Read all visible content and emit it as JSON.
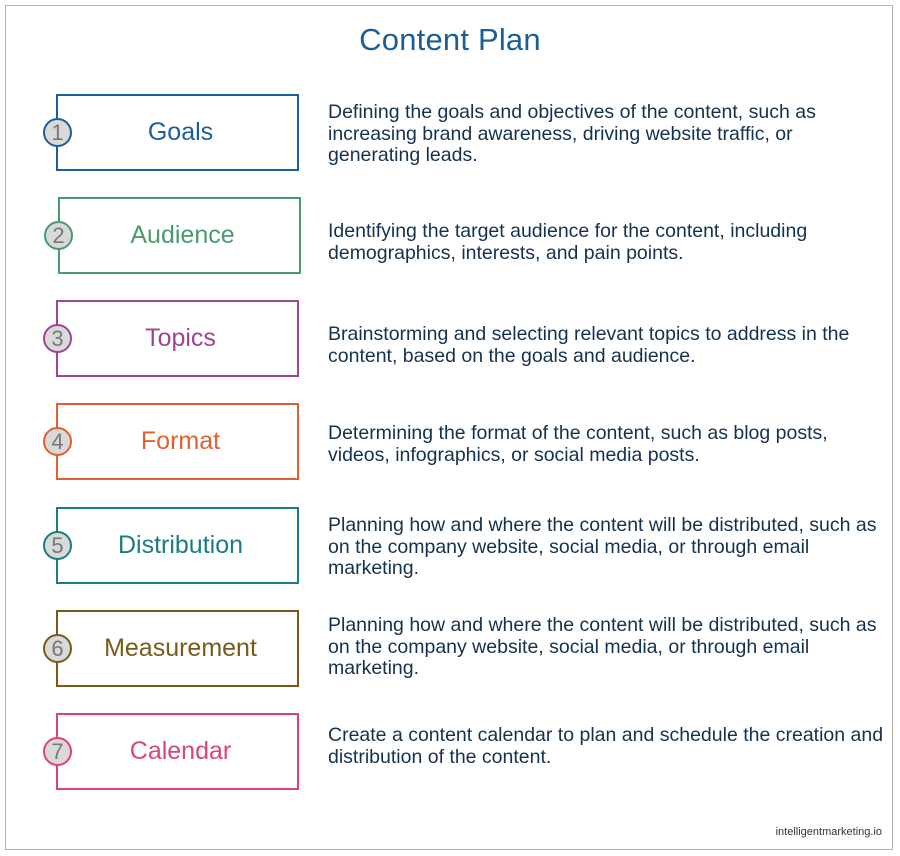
{
  "title": "Content Plan",
  "colors": {
    "title": "#1a5e96",
    "description_text": "#14324f",
    "number_fill": "#d9d9d9",
    "number_text": "#777777",
    "frame_border": "#b5b5b5"
  },
  "steps": [
    {
      "number": "1",
      "label": "Goals",
      "color": "#1b5e9e",
      "description": "Defining the goals and objectives of the content, such as increasing brand awareness, driving website traffic, or generating leads."
    },
    {
      "number": "2",
      "label": "Audience",
      "color": "#4a9a6e",
      "description": "Identifying the target audience for the content, including demographics, interests, and pain points."
    },
    {
      "number": "3",
      "label": "Topics",
      "color": "#a0458f",
      "description": "Brainstorming and selecting relevant topics to address in the content, based on the goals and audience."
    },
    {
      "number": "4",
      "label": "Format",
      "color": "#e0612e",
      "description": "Determining the format of the content, such as blog posts, videos, infographics, or social media posts."
    },
    {
      "number": "5",
      "label": "Distribution",
      "color": "#1c7c83",
      "description": "Planning how and where the content will be distributed, such as on the company website, social media, or through email marketing."
    },
    {
      "number": "6",
      "label": "Measurement",
      "color": "#7a5a18",
      "description": "Planning how and where the content will be distributed, such as on the company website, social media, or through email marketing."
    },
    {
      "number": "7",
      "label": "Calendar",
      "color": "#d94673",
      "description": "Create a content calendar to plan and schedule the creation and distribution of the content."
    }
  ],
  "footer": {
    "credit": "intelligentmarketing.io"
  }
}
